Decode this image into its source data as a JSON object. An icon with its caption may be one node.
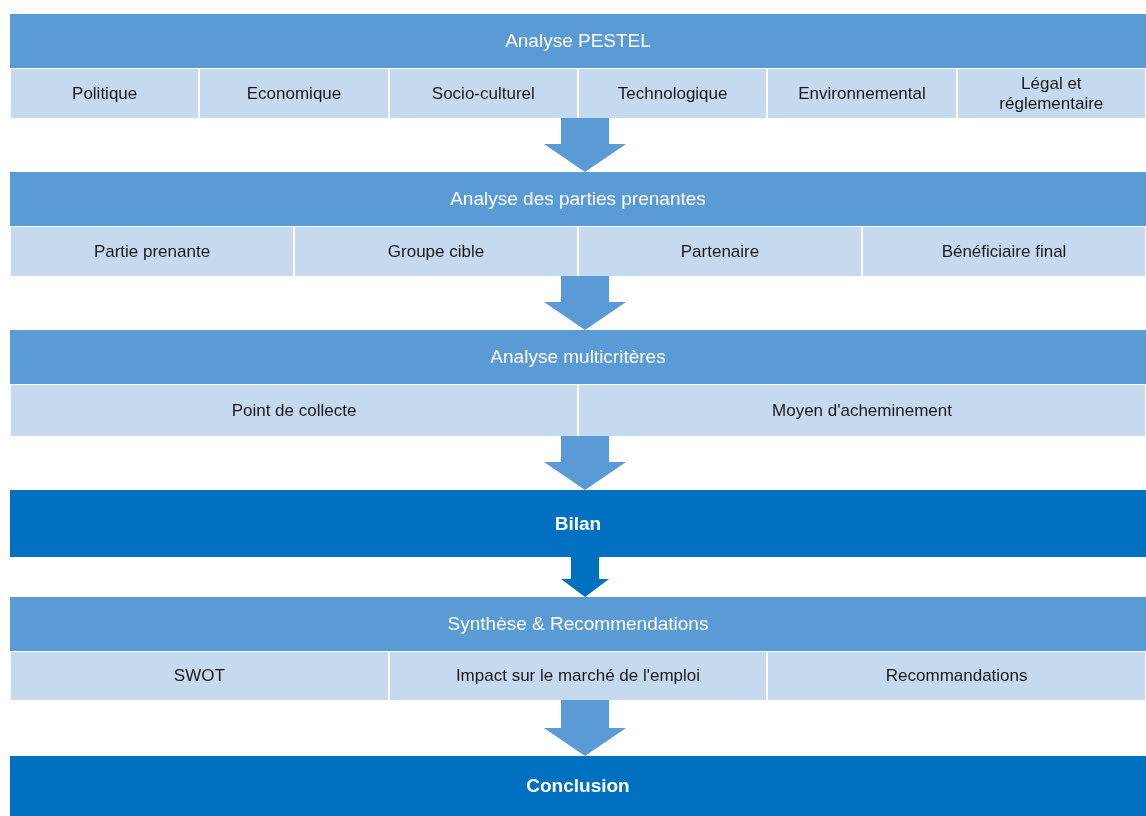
{
  "diagram": {
    "nodes": [
      {
        "text": [],
        "shape": "box"
      },
      {
        "text": [
          "Analyse PESTEL"
        ],
        "in": 0
      },
      {
        "text": [
          "Politique"
        ],
        "in": 0
      },
      {
        "text": [
          "Economique"
        ],
        "in": 0
      },
      {
        "text": [
          "Socio-culturel"
        ],
        "in": 0
      },
      {
        "text": [
          "Technologique"
        ],
        "in": 0
      },
      {
        "text": [
          "Environnemental"
        ],
        "in": 0
      },
      {
        "text": [
          "Légal et réglementaire"
        ],
        "in": 0
      },
      {
        "text": [],
        "shape": "box"
      },
      {
        "text": [
          "Analyse des parties prenantes"
        ],
        "in": 8
      },
      {
        "text": [
          "Partie prenante"
        ],
        "in": 8
      },
      {
        "text": [
          "Groupe cible"
        ],
        "in": 8
      },
      {
        "text": [
          "Partenaire"
        ],
        "in": 8
      },
      {
        "text": [
          "Bénéficiaire final"
        ],
        "in": 8
      },
      {
        "text": [],
        "shape": "box"
      },
      {
        "text": [
          "Analyse multicritères"
        ],
        "in": 14
      },
      {
        "text": [
          "Point de collecte"
        ],
        "in": 14
      },
      {
        "text": [
          "Moyen d'acheminement"
        ],
        "in": 14
      },
      {
        "text": [
          "Bilan"
        ]
      },
      {
        "text": [],
        "shape": "box"
      },
      {
        "text": [
          "Synthèse & Recommendations"
        ],
        "in": 19
      },
      {
        "text": [
          "SWOT"
        ],
        "in": 19
      },
      {
        "text": [
          "Impact sur le marché de l'emploi"
        ],
        "in": 19
      },
      {
        "text": [
          "Recommandations"
        ],
        "in": 19
      },
      {
        "text": [
          "Conclusion"
        ]
      }
    ],
    "edges": [
      {
        "from": 0,
        "to": 8,
        "arrow": "to"
      },
      {
        "from": 8,
        "to": 14,
        "arrow": "to"
      },
      {
        "from": 14,
        "to": 18,
        "arrow": "to"
      },
      {
        "from": 18,
        "to": 19,
        "arrow": "to",
        "color": "#0070c0"
      },
      {
        "from": 19,
        "to": 24,
        "arrow": "to"
      }
    ]
  }
}
